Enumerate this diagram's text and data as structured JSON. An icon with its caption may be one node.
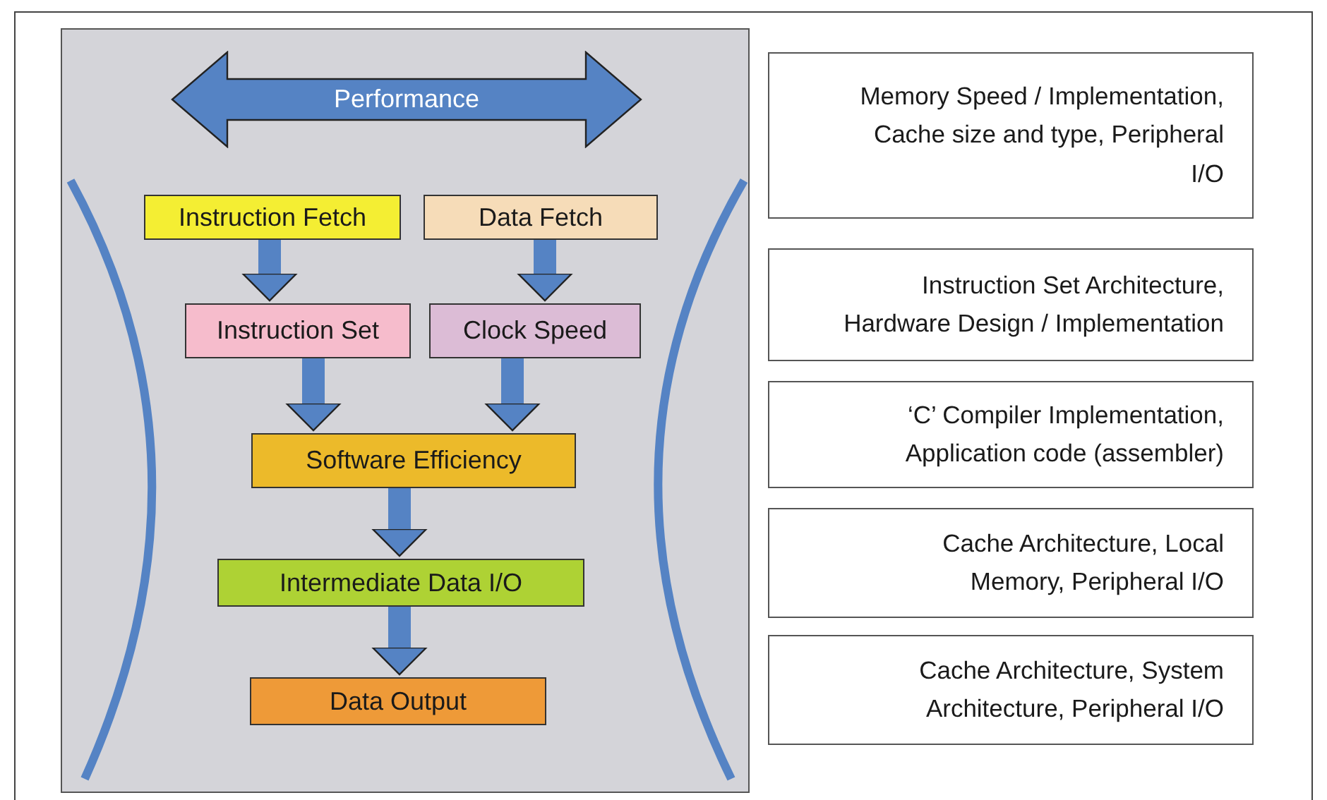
{
  "diagram": {
    "nodes": [
      {
        "text": [],
        "shape": "box"
      },
      {
        "text": [
          "Performance"
        ],
        "in": 0
      },
      {
        "text": [
          "Instruction Fetch"
        ],
        "in": 0
      },
      {
        "text": [
          "Data Fetch"
        ],
        "in": 0
      },
      {
        "text": [
          "Instruction Set"
        ],
        "in": 0
      },
      {
        "text": [
          "Clock Speed"
        ],
        "in": 0
      },
      {
        "text": [
          "Software Efficiency"
        ],
        "in": 0
      },
      {
        "text": [
          "Intermediate Data I/O"
        ],
        "in": 0
      },
      {
        "text": [
          "Data Output"
        ],
        "in": 0
      },
      {
        "text": [
          "Memory Speed / Implementation, Cache size and type, Peripheral I/O"
        ]
      },
      {
        "text": [
          "Instruction Set Architecture, Hardware Design / Implementation"
        ]
      },
      {
        "text": [
          "‘C’ Compiler Implementation, Application code (assembler)"
        ]
      },
      {
        "text": [
          "Cache Architecture, Local Memory, Peripheral I/O"
        ]
      },
      {
        "text": [
          "Cache Architecture, System Architecture, Peripheral I/O"
        ]
      }
    ],
    "edges": [
      {
        "from": 2,
        "to": 4,
        "arrow": "to"
      },
      {
        "from": 3,
        "to": 5,
        "arrow": "to"
      },
      {
        "from": 4,
        "to": 6,
        "arrow": "to"
      },
      {
        "from": 5,
        "to": 6,
        "arrow": "to"
      },
      {
        "from": 6,
        "to": 7,
        "arrow": "to"
      },
      {
        "from": 7,
        "to": 8,
        "arrow": "to"
      }
    ]
  }
}
